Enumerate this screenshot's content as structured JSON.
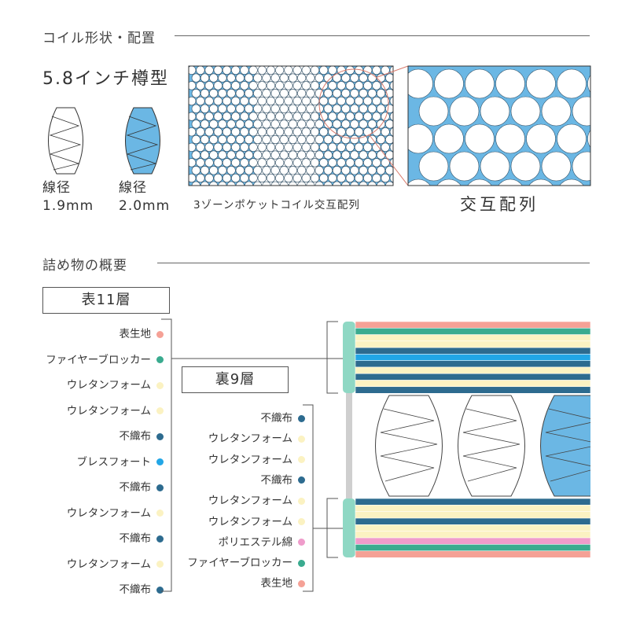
{
  "coil_section": {
    "title": "コイル形状・配置",
    "model_name": "5.8インチ樽型",
    "coils": [
      {
        "wire_label": "線径",
        "wire_value": "1.9mm",
        "fill": "#ffffff"
      },
      {
        "wire_label": "線径",
        "wire_value": "2.0mm",
        "fill": "#6bb7e4"
      }
    ],
    "layout_caption": "3ゾーンポケットコイル交互配列",
    "zoom_caption": "交互配列",
    "zone_color": "#6bb7e4"
  },
  "filling_section": {
    "title": "詰め物の概要",
    "top": {
      "title": "表11層",
      "layers": [
        {
          "label": "表生地",
          "color": "#f5a196"
        },
        {
          "label": "ファイヤーブロッカー",
          "color": "#3aab8f"
        },
        {
          "label": "ウレタンフォーム",
          "color": "#fbf2c2"
        },
        {
          "label": "ウレタンフォーム",
          "color": "#fbf2c2"
        },
        {
          "label": "不織布",
          "color": "#2d6b8f"
        },
        {
          "label": "ブレスフォート",
          "color": "#22a6e6"
        },
        {
          "label": "不織布",
          "color": "#2d6b8f"
        },
        {
          "label": "ウレタンフォーム",
          "color": "#fbf2c2"
        },
        {
          "label": "不織布",
          "color": "#2d6b8f"
        },
        {
          "label": "ウレタンフォーム",
          "color": "#fbf2c2"
        },
        {
          "label": "不織布",
          "color": "#2d6b8f"
        }
      ]
    },
    "bottom": {
      "title": "裏9層",
      "layers": [
        {
          "label": "不織布",
          "color": "#2d6b8f"
        },
        {
          "label": "ウレタンフォーム",
          "color": "#fbf2c2"
        },
        {
          "label": "ウレタンフォーム",
          "color": "#fbf2c2"
        },
        {
          "label": "不織布",
          "color": "#2d6b8f"
        },
        {
          "label": "ウレタンフォーム",
          "color": "#fbf2c2"
        },
        {
          "label": "ウレタンフォーム",
          "color": "#fbf2c2"
        },
        {
          "label": "ポリエステル綿",
          "color": "#ef9ccb"
        },
        {
          "label": "ファイヤーブロッカー",
          "color": "#3aab8f"
        },
        {
          "label": "表生地",
          "color": "#f5a196"
        }
      ]
    },
    "bracket_color": "#8fd8c4"
  }
}
